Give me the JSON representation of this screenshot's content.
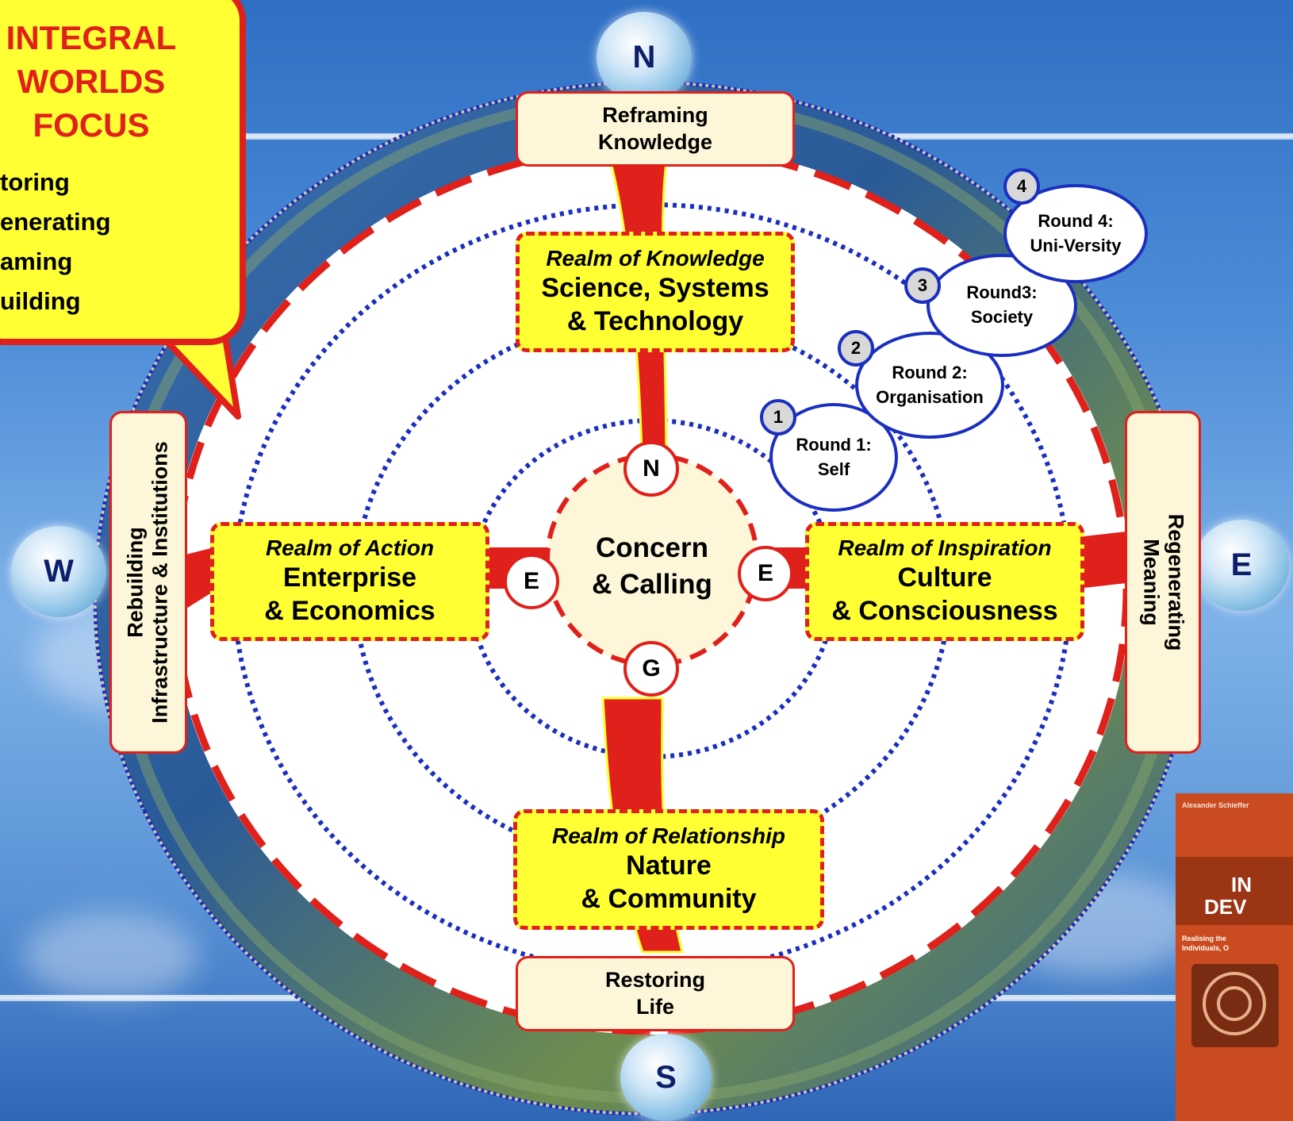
{
  "callout": {
    "title_lines": [
      "INTEGRAL",
      "WORLDS",
      "FOCUS"
    ],
    "items": [
      "toring",
      "enerating",
      "aming",
      "uilding"
    ]
  },
  "compass": {
    "north": "N",
    "south": "S",
    "east": "E",
    "west": "W"
  },
  "outer_labels": {
    "north": {
      "lines": [
        "Reframing",
        "Knowledge"
      ]
    },
    "south": {
      "lines": [
        "Restoring",
        "Life"
      ]
    },
    "west": {
      "lines": [
        "Rebuilding",
        "Infrastructure & Institutions"
      ]
    },
    "east": {
      "lines": [
        "Regenerating",
        "Meaning"
      ]
    }
  },
  "realms": {
    "north": {
      "title": "Realm of Knowledge",
      "lines": [
        "Science, Systems",
        "& Technology"
      ]
    },
    "west": {
      "title": "Realm of Action",
      "lines": [
        "Enterprise",
        "& Economics"
      ]
    },
    "east": {
      "title": "Realm  of Inspiration",
      "lines": [
        "Culture",
        "& Consciousness"
      ]
    },
    "south": {
      "title": "Realm of Relationship",
      "lines": [
        "Nature",
        "& Community"
      ]
    }
  },
  "center": {
    "lines": [
      "Concern",
      "& Calling"
    ],
    "letters": {
      "north": "N",
      "west": "E",
      "east": "E",
      "south": "G"
    }
  },
  "rounds": [
    {
      "number": "1",
      "lines": [
        "Round 1:",
        "Self"
      ]
    },
    {
      "number": "2",
      "lines": [
        "Round 2:",
        "Organisation"
      ]
    },
    {
      "number": "3",
      "lines": [
        "Round3:",
        "Society"
      ]
    },
    {
      "number": "4",
      "lines": [
        "Round 4:",
        "Uni-Versity"
      ]
    }
  ],
  "book": {
    "author": "Alexander Schieffer",
    "title_lines": [
      "IN",
      "DEV"
    ],
    "subtitle_lines": [
      "Realising the",
      "Individuals, O"
    ]
  },
  "colors": {
    "red": "#e0201a",
    "yellow": "#ffff33",
    "blue_dots": "#1a2fbf",
    "cream": "#fdf6d8"
  }
}
